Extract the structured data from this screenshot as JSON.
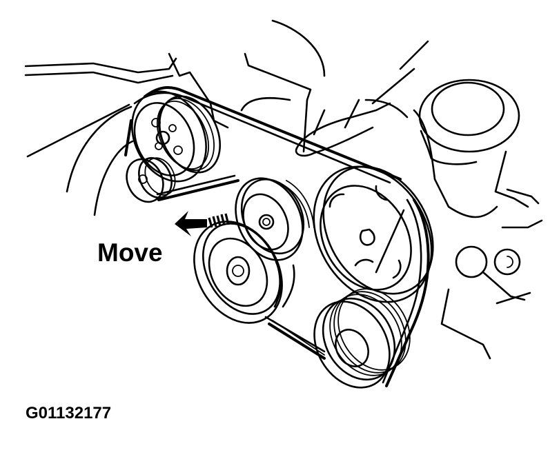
{
  "diagram": {
    "type": "technical line drawing",
    "subject": "engine drive belt with tensioner pulley",
    "annotation_label": "Move",
    "annotation_arrow_direction": "left (toward lower-left)",
    "figure_id": "G01132177",
    "colors": {
      "line": "#000000",
      "background": "#ffffff"
    }
  }
}
